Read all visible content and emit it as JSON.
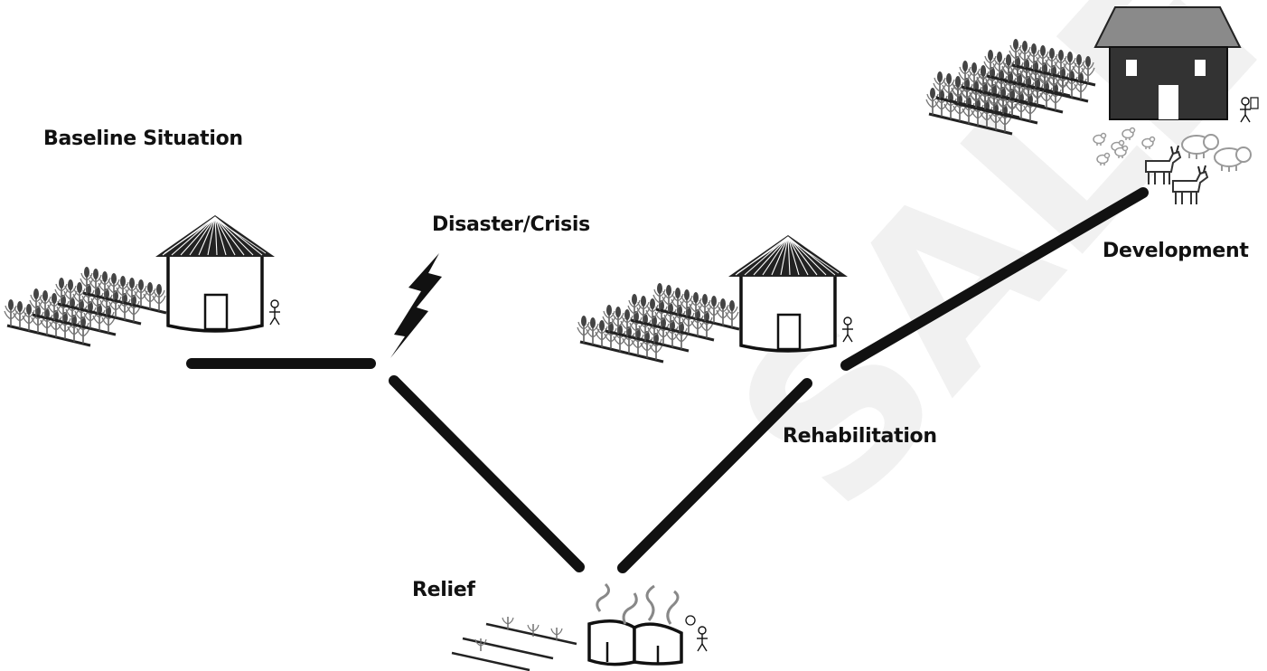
{
  "stages": {
    "baseline": "Baseline Situation",
    "disaster": "Disaster/Crisis",
    "relief": "Relief",
    "rehabilitation": "Rehabilitation",
    "development": "Development"
  },
  "watermark": "SALE",
  "colors": {
    "line": "#111111",
    "house_dark": "#333333",
    "roof_grey": "#8a8a8a",
    "crop": "#555555",
    "smoke": "#888888",
    "animal": "#999999"
  }
}
